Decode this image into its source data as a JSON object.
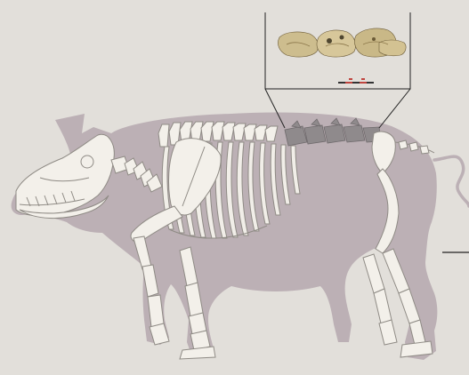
{
  "figure": {
    "subject": "pig",
    "colors": {
      "background": "#e2dfda",
      "body_silhouette": "#bcb0b5",
      "bone": "#f3f0ea",
      "bone_outline": "#8f8b85",
      "highlighted_vertebrae": "#8f8a8c",
      "fossil_fragments": "#cdbd8e",
      "scale_bar_red": "#c0453f",
      "callout_lines": "#222222"
    },
    "icons": [
      "pig-silhouette",
      "pig-skeleton",
      "fossil-vertebrae-inset",
      "scale-bar"
    ]
  }
}
